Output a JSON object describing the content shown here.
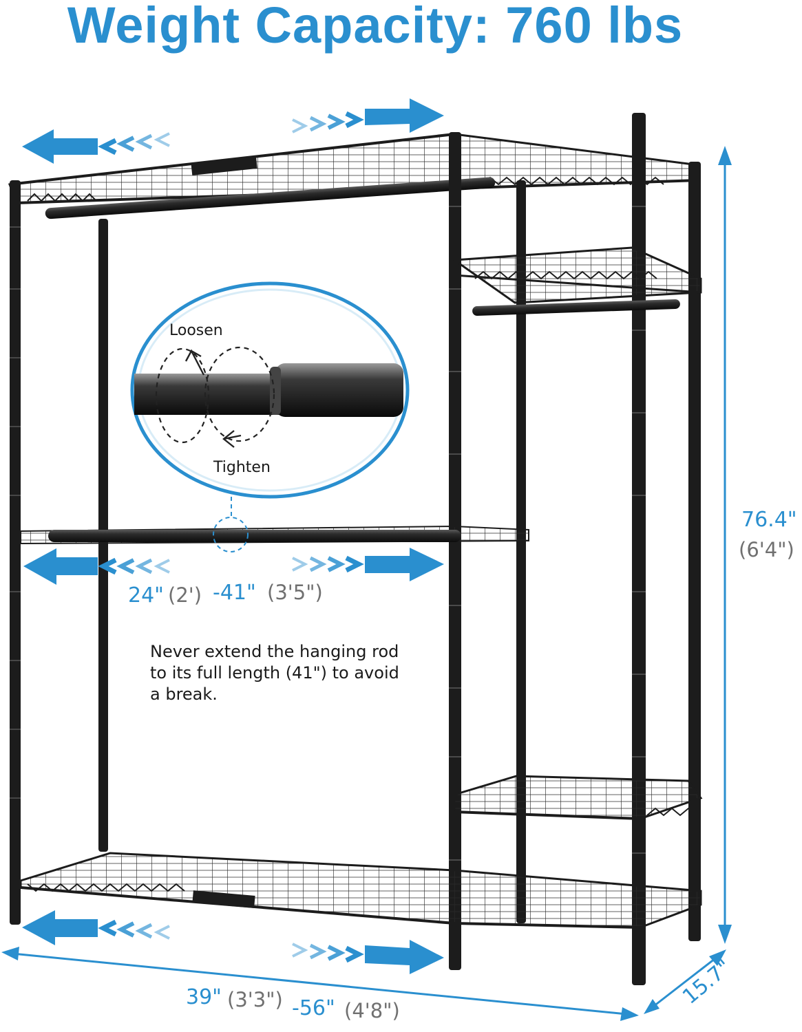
{
  "title": "Weight Capacity: 760 lbs",
  "zoom": {
    "loosen_label": "Loosen",
    "tighten_label": "Tighten"
  },
  "dimensions": {
    "height_in": "76.4\"",
    "height_ft": "(6'4\")",
    "depth_in": "15.7\"",
    "rod_min_in": "24\"",
    "rod_min_ft": "(2')",
    "rod_max_in": "-41\"",
    "rod_max_ft": "(3'5\")",
    "width_min_in": "39\"",
    "width_min_ft": "(3'3\")",
    "width_max_in": "-56\"",
    "width_max_ft": "(4'8\")"
  },
  "warning_note": "Never extend the hanging rod to its full length (41\") to avoid a break.",
  "colors": {
    "accent": "#2a8fcf",
    "frame": "#1c1c1c",
    "label_gray": "#707070"
  }
}
